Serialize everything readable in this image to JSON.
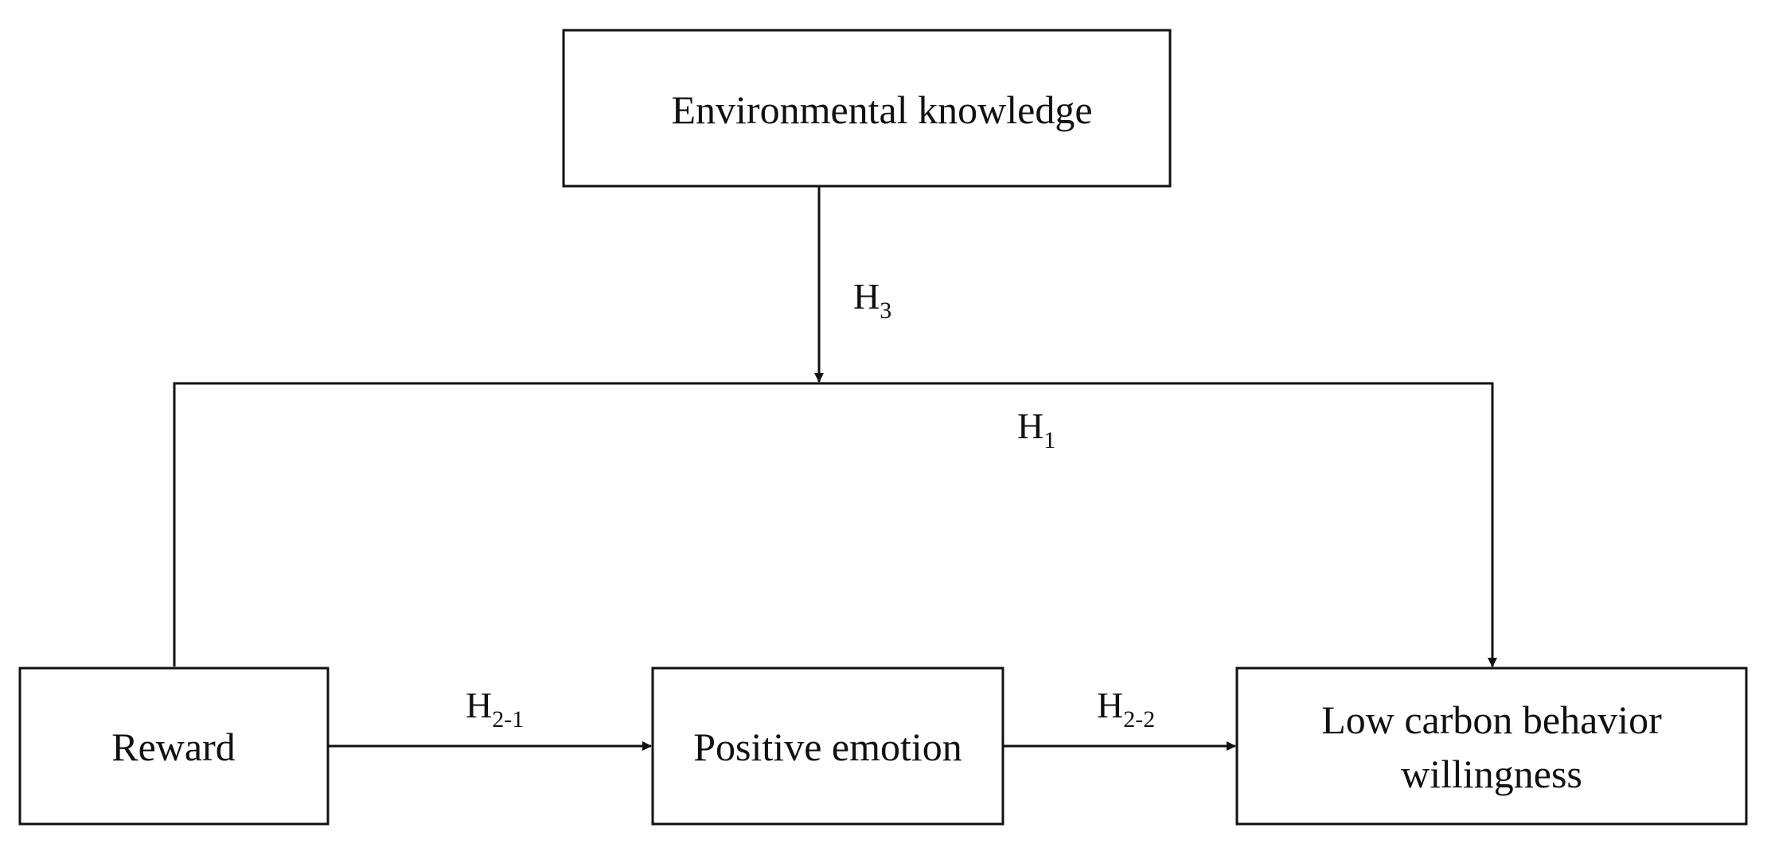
{
  "nodes": {
    "environmental_knowledge": {
      "label": "Environmental knowledge"
    },
    "reward": {
      "label": "Reward"
    },
    "positive_emotion": {
      "label": "Positive emotion"
    },
    "low_carbon": {
      "line1": "Low carbon behavior",
      "line2": "willingness"
    }
  },
  "edges": {
    "h3": {
      "main": "H",
      "sub": "3"
    },
    "h1": {
      "main": "H",
      "sub": "1"
    },
    "h2_1": {
      "main": "H",
      "sub": "2-1"
    },
    "h2_2": {
      "main": "H",
      "sub": "2-2"
    }
  },
  "colors": {
    "stroke": "#111111",
    "background": "#ffffff"
  }
}
